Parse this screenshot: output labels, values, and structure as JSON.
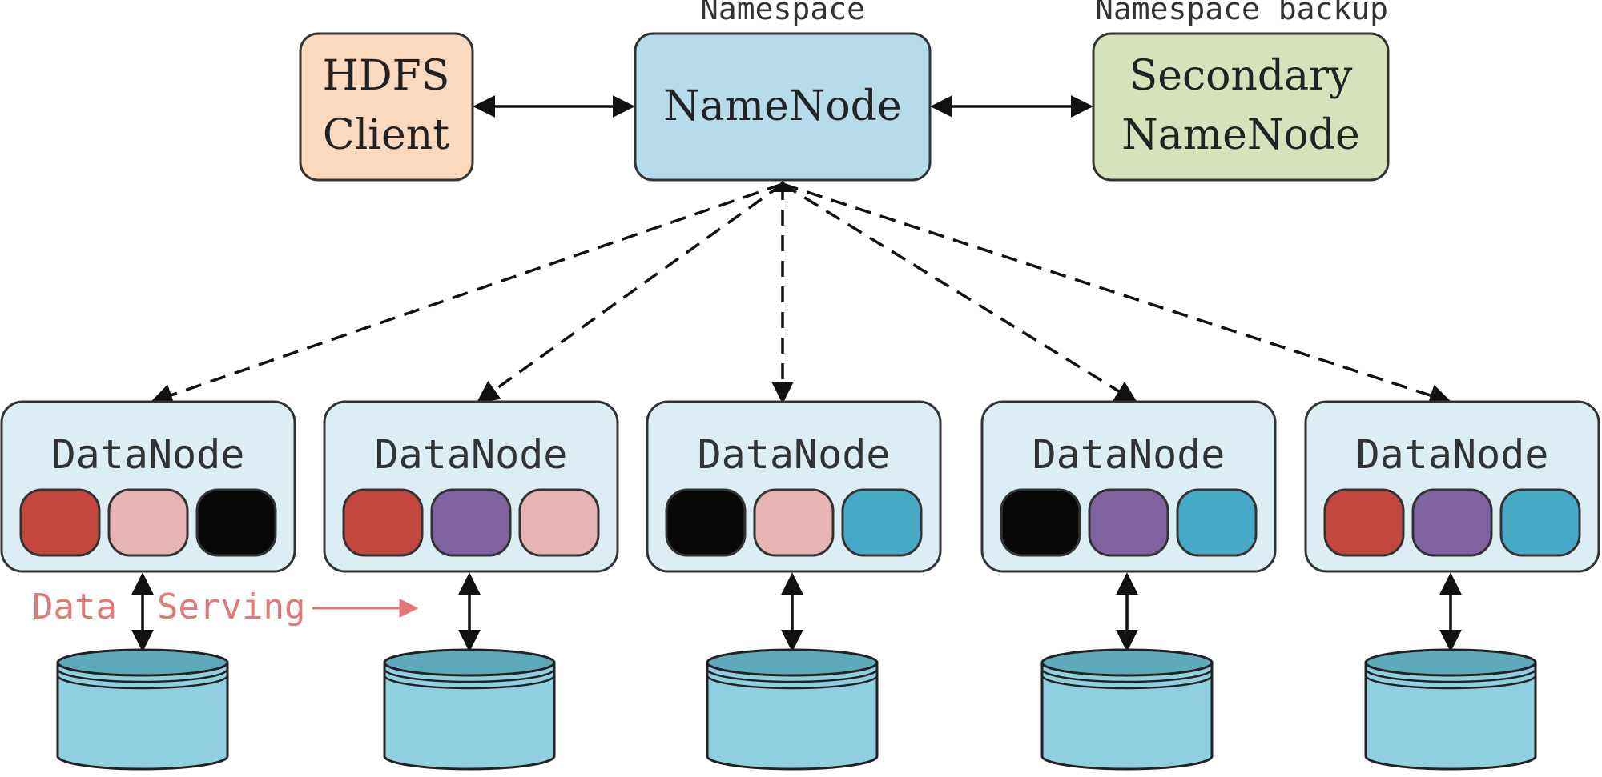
{
  "top": {
    "hdfs_client": {
      "line1": "HDFS",
      "line2": "Client",
      "color": "#fcd9bd"
    },
    "namenode": {
      "label": "NameNode",
      "caption": "Namespace",
      "color": "#b5dce8"
    },
    "secondary": {
      "line1": "Secondary",
      "line2": "NameNode",
      "caption": "Namespace backup",
      "color": "#d6e2b9"
    }
  },
  "datanodes": [
    {
      "label": "DataNode",
      "blocks": [
        "red",
        "pink",
        "black"
      ]
    },
    {
      "label": "DataNode",
      "blocks": [
        "red",
        "purple",
        "pink"
      ]
    },
    {
      "label": "DataNode",
      "blocks": [
        "black",
        "pink",
        "cyan"
      ]
    },
    {
      "label": "DataNode",
      "blocks": [
        "black",
        "purple",
        "cyan"
      ]
    },
    {
      "label": "DataNode",
      "blocks": [
        "red",
        "purple",
        "cyan"
      ]
    }
  ],
  "data_serving": {
    "word1": "Data",
    "word2": "Serving",
    "color": "#e07a7a"
  },
  "colors": {
    "red": "#c4473f",
    "pink": "#e6b4b4",
    "black": "#080808",
    "purple": "#7f62a0",
    "cyan": "#46a9c6",
    "datanode_bg": "#dcedf3",
    "disk": "#8fcfe0",
    "disk_top": "#5fa9bd"
  }
}
